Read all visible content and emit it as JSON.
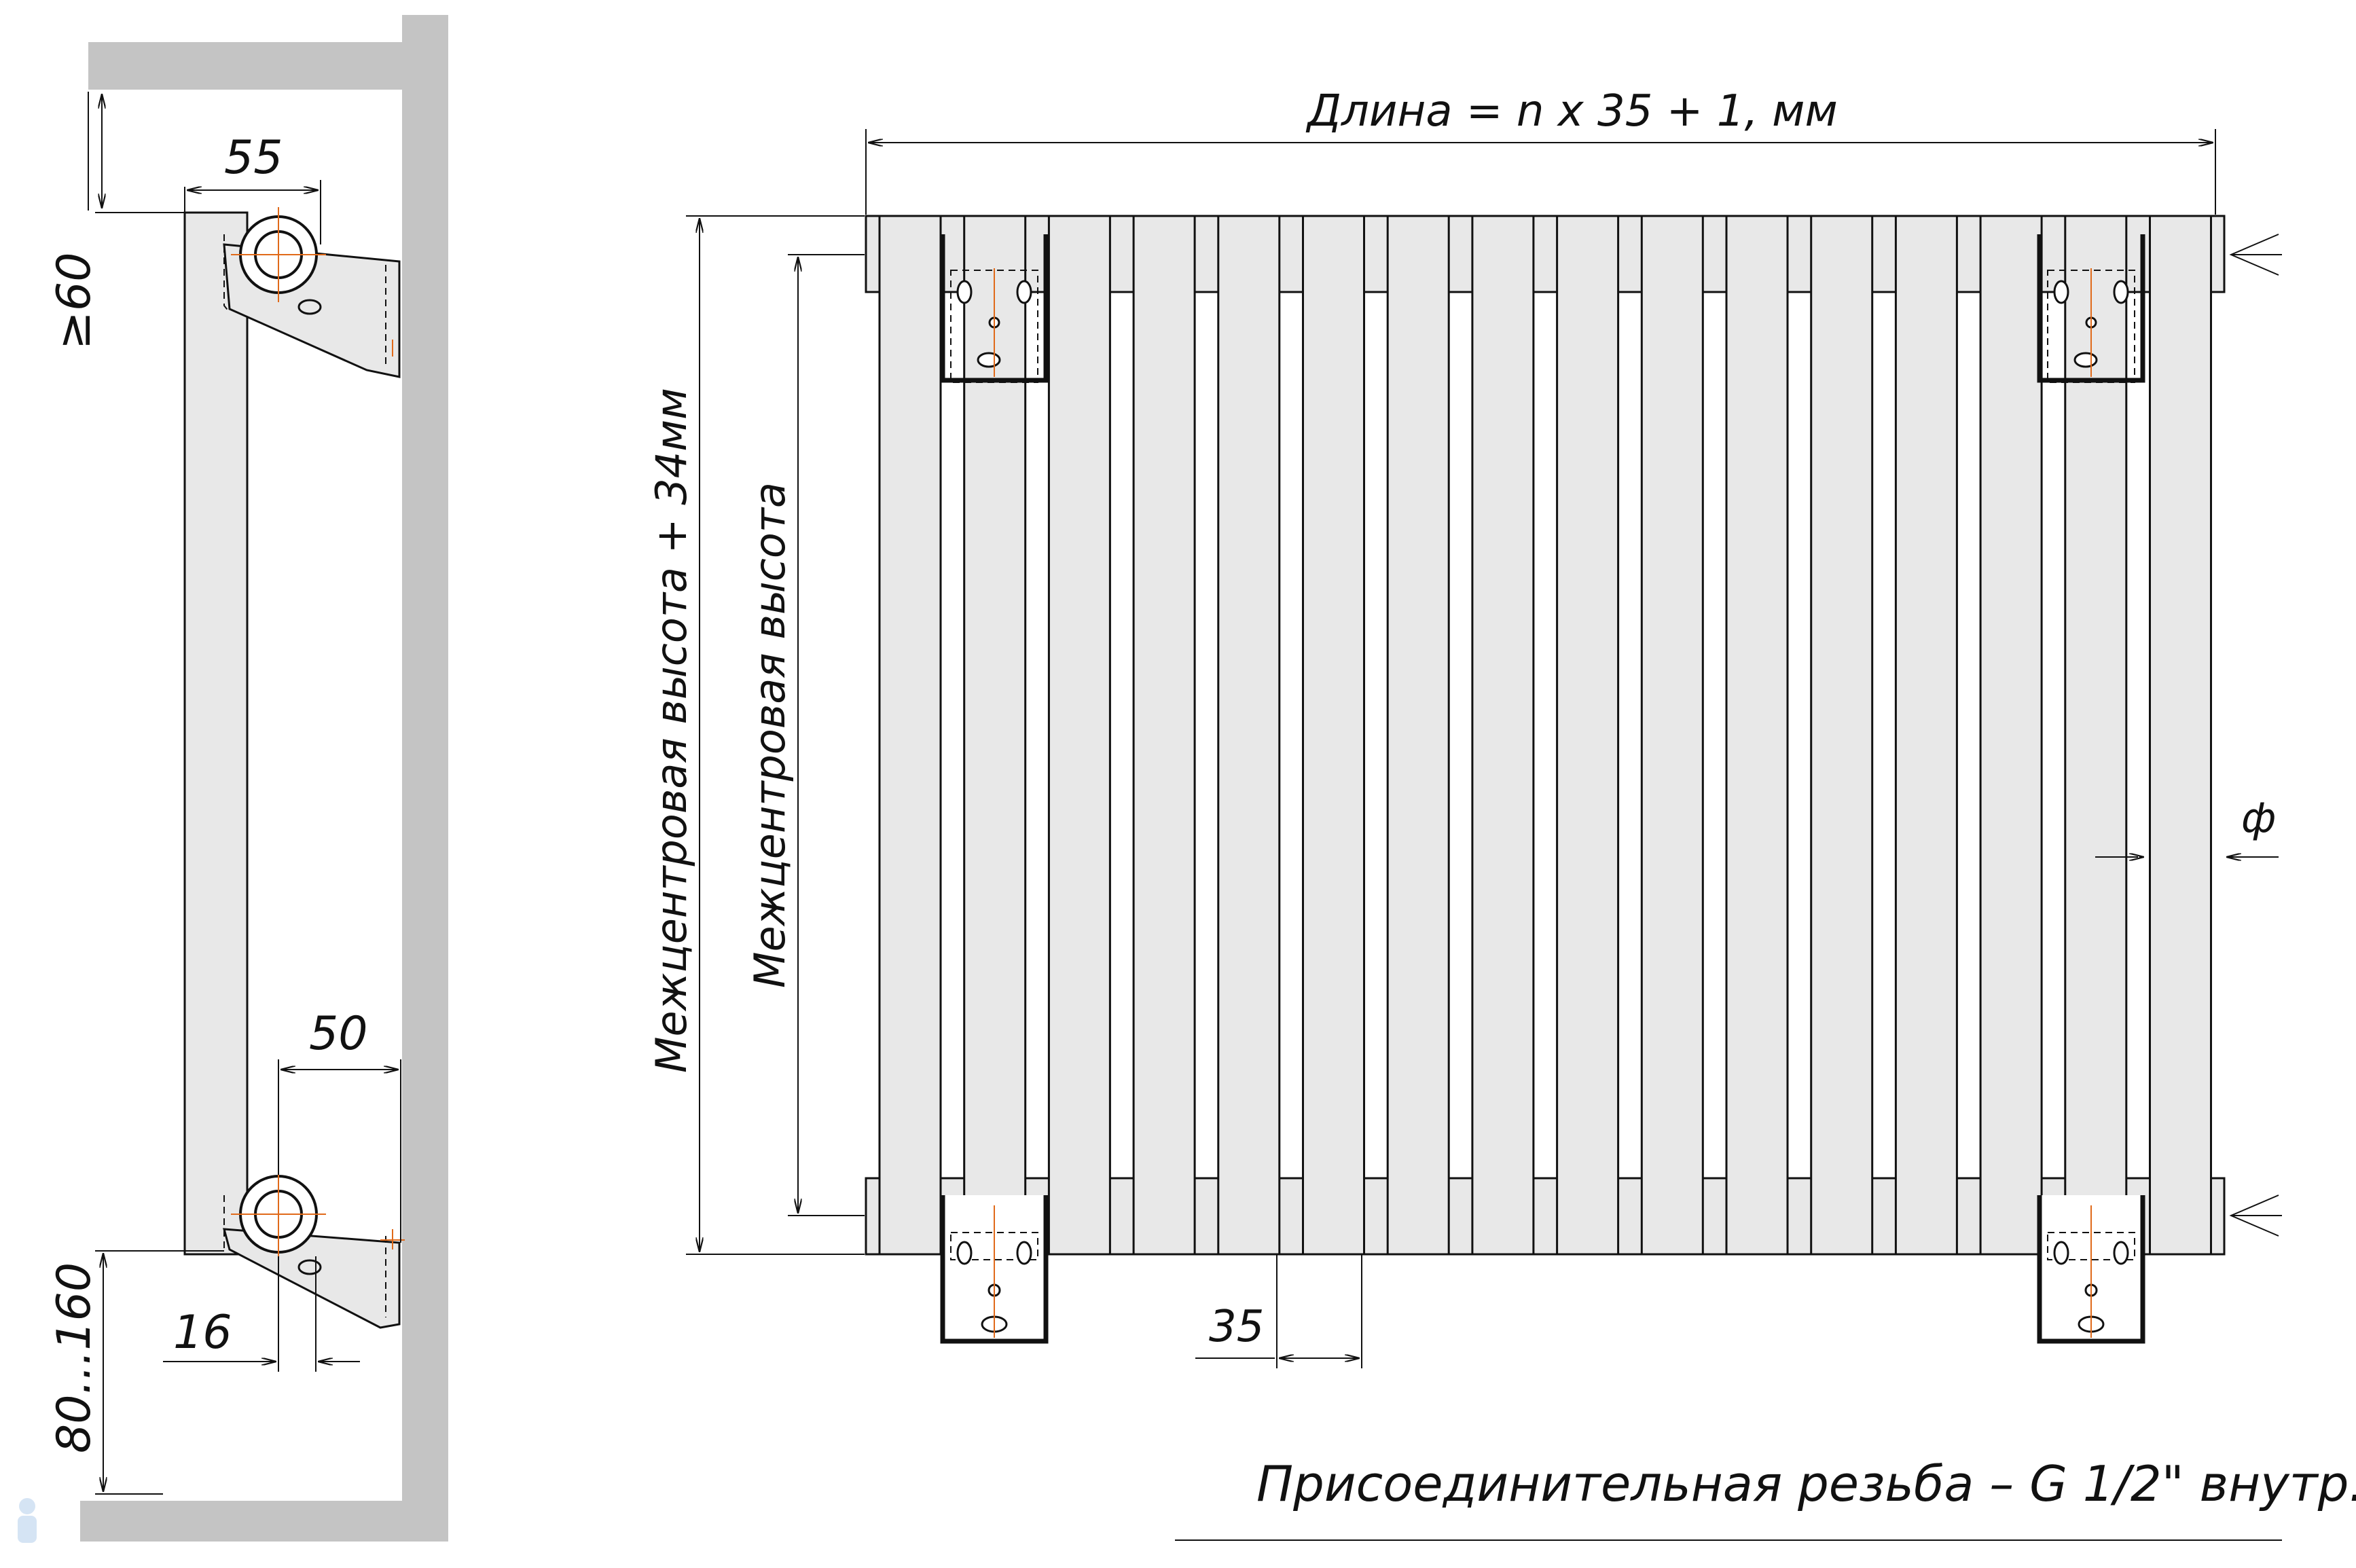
{
  "side_view": {
    "dim_top_gap": "≥60",
    "dim_upper_bracket_depth": "55",
    "dim_lower_bracket_depth": "50",
    "dim_pipe_offset": "16",
    "dim_floor_gap": "80...160"
  },
  "front_view": {
    "dim_length": "Длина = n x 35 + 1, мм",
    "dim_overall_height": "Межцентровая высота + 34мм",
    "dim_center_height": "Межцентровая высота",
    "dim_section_pitch": "35",
    "dim_diameter": "ф",
    "section_count": 16
  },
  "footer": {
    "thread_note": "Присоединительная резьба – G 1/2\" внутр."
  },
  "colors": {
    "panel_fill": "#e8e8e8",
    "wall_fill": "#c4c4c4",
    "centerline": "#e06a1a",
    "line": "#111111"
  }
}
